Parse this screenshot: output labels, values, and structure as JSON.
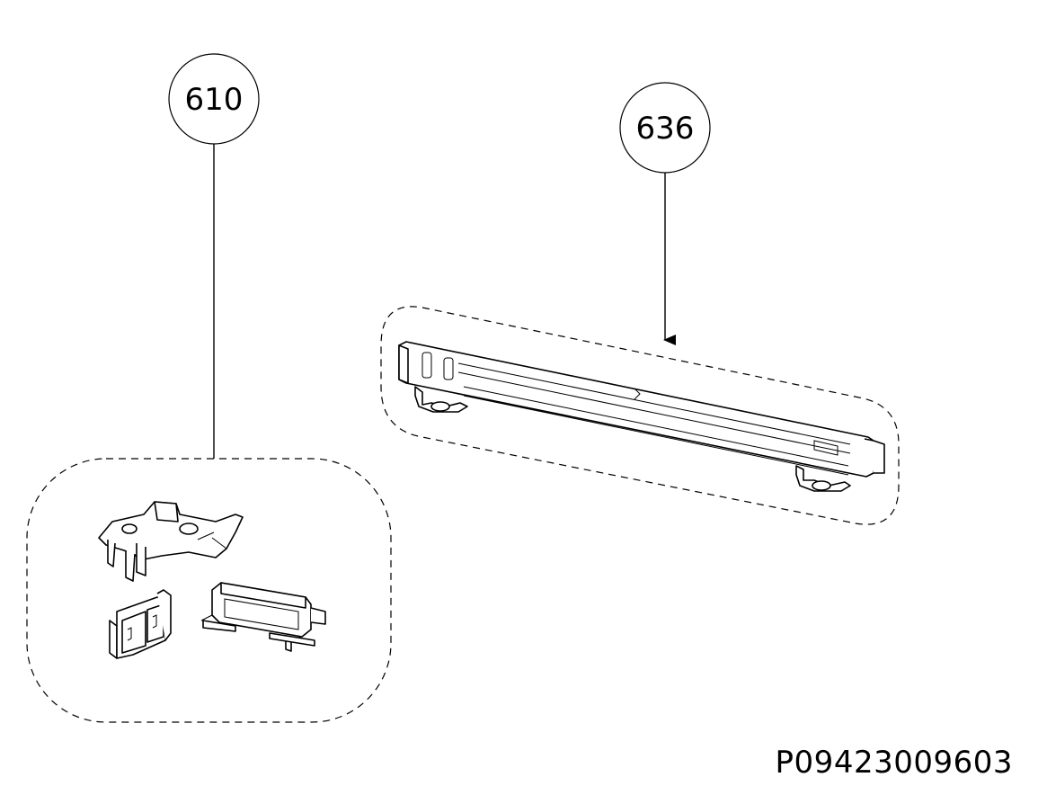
{
  "callouts": [
    {
      "id": "610",
      "label": "610"
    },
    {
      "id": "636",
      "label": "636"
    }
  ],
  "document_number": "P09423009603",
  "colors": {
    "ink": "#000000",
    "background": "#ffffff"
  }
}
